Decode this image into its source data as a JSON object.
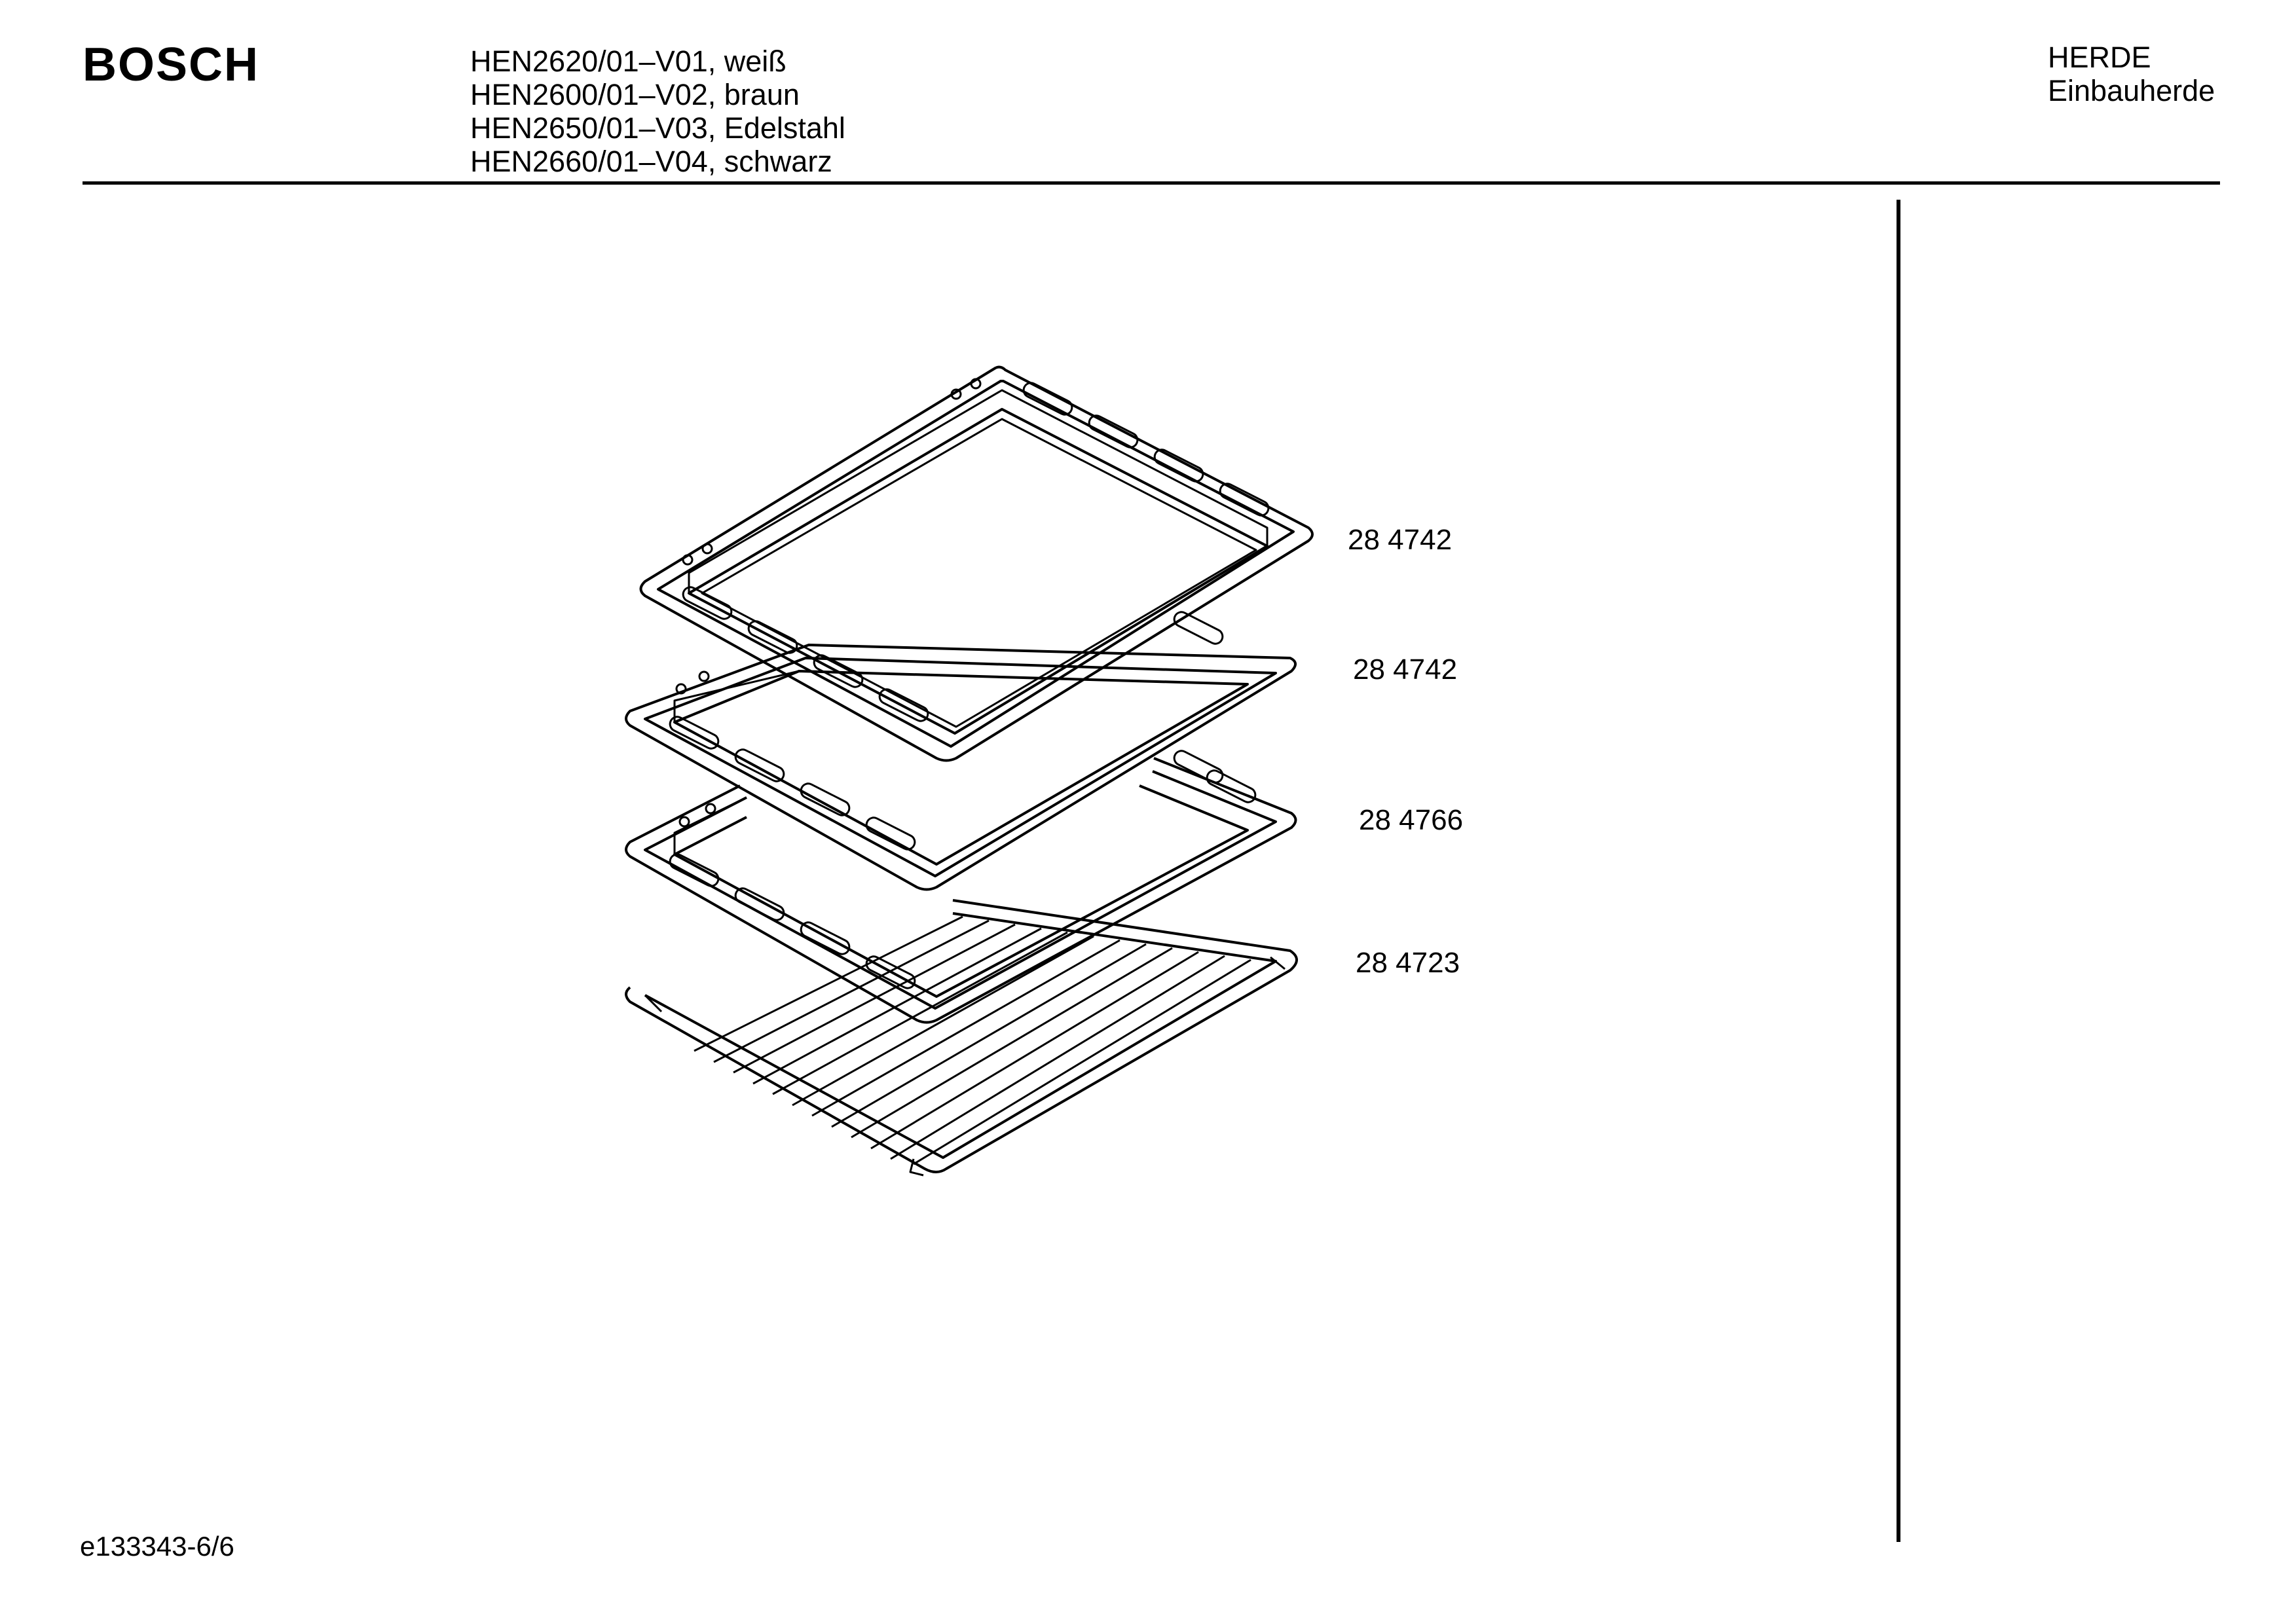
{
  "header": {
    "brand": "BOSCH",
    "models": [
      "HEN2620/01–V01, weiß",
      "HEN2600/01–V02, braun",
      "HEN2650/01–V03, Edelstahl",
      "HEN2660/01–V04, schwarz"
    ],
    "category": "HERDE",
    "subcategory": "Einbauherde"
  },
  "parts": [
    {
      "number": "28 4742"
    },
    {
      "number": "28 4742"
    },
    {
      "number": "28 4766"
    },
    {
      "number": "28 4723"
    }
  ],
  "footer": {
    "document_id": "e133343-6/6"
  },
  "colors": {
    "line": "#000000",
    "background": "#ffffff"
  }
}
